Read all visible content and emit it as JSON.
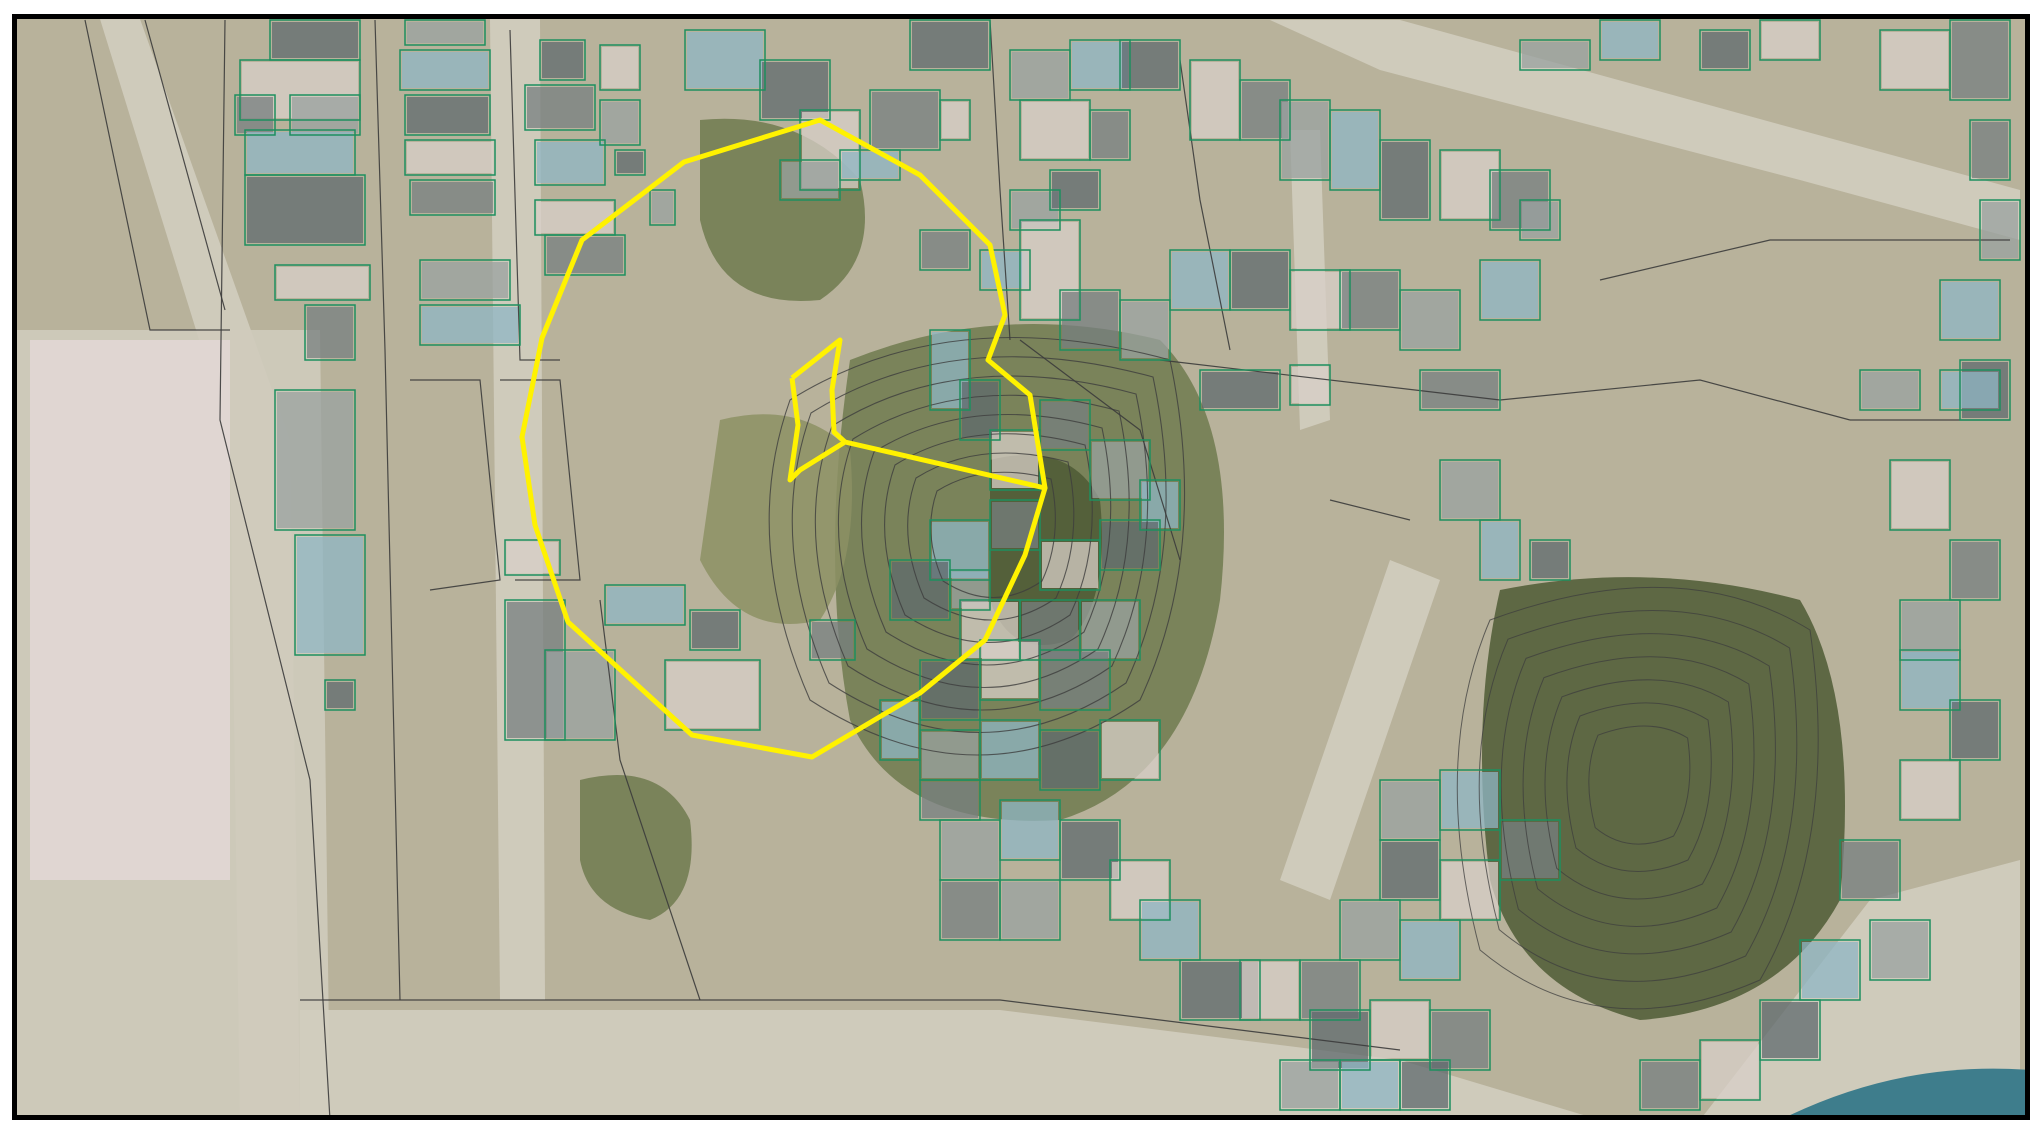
{
  "map": {
    "type": "aerial-orthophoto",
    "features": [
      "building-footprints",
      "parcel-boundaries",
      "contour-lines",
      "survey-boundary"
    ],
    "colors": {
      "frame": "#000000",
      "ground": "#b9b39c",
      "road": "#d1cdbf",
      "parking": "#cfcbbd",
      "vegetation": "#6f7a4f",
      "vegetation_dark": "#4e5a35",
      "roof_light": "#d8cfc8",
      "roof_dark": "#5f6a6e",
      "roof_blue": "#8fb6c4",
      "building_outline": "#1d8f5f",
      "parcel_line": "#3b3b3b",
      "contour_line": "#3d3d3d",
      "boundary": "#fff200",
      "water": "#3e7d8c"
    }
  }
}
